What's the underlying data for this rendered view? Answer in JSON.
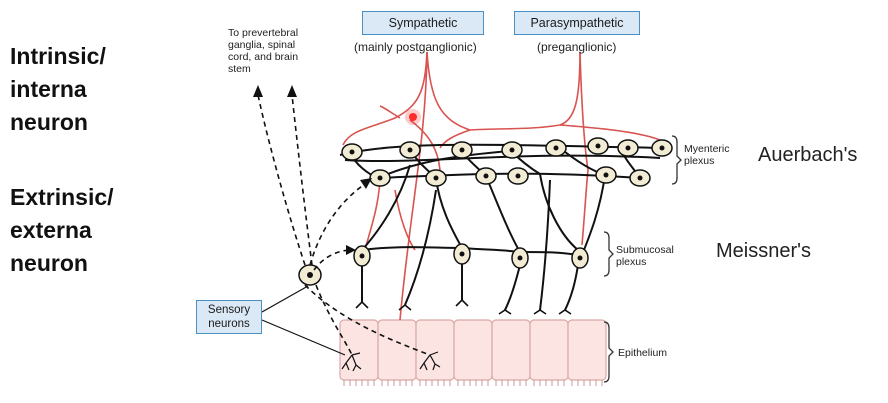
{
  "left": {
    "intrinsic": [
      "Intrinsic/",
      "interna",
      "neuron"
    ],
    "extrinsic": [
      "Extrinsic/",
      "externa",
      "neuron"
    ]
  },
  "top": {
    "sympathetic_box": "Sympathetic",
    "sympathetic_sub": "(mainly postganglionic)",
    "parasympathetic_box": "Parasympathetic",
    "parasympathetic_sub": "(preganglionic)",
    "to_prevertebral": [
      "To prevertebral",
      "ganglia, spinal",
      "cord, and brain",
      "stem"
    ]
  },
  "layers": {
    "myenteric": [
      "Myenteric",
      "plexus"
    ],
    "submucosal": [
      "Submucosal",
      "plexus"
    ],
    "epithelium": "Epithelium"
  },
  "sensory": [
    "Sensory",
    "neurons"
  ],
  "names": {
    "auerbach": "Auerbach's",
    "meissner": "Meissner's"
  },
  "colors": {
    "nerve_red": "#d9534f",
    "neuron_fill": "#f3ecd5",
    "box_fill": "#dbe9f6",
    "box_border": "#4a90c2",
    "epithelium_fill": "#fbe4e2",
    "pointer": "#ff2a2a"
  }
}
